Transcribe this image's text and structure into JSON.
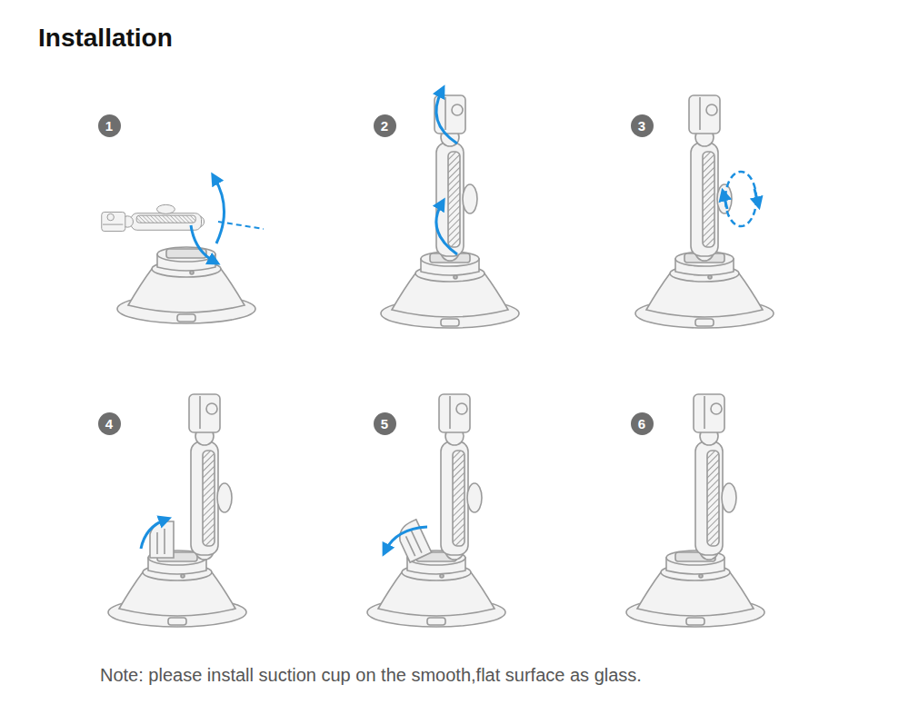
{
  "diagram": {
    "title": "Installation",
    "nodes": [
      {
        "text": [
          "1"
        ]
      },
      {
        "text": [
          "2"
        ]
      },
      {
        "text": [
          "3"
        ]
      },
      {
        "text": [
          "4"
        ]
      },
      {
        "text": [
          "5"
        ]
      },
      {
        "text": [
          "6"
        ]
      }
    ],
    "labels": [
      "Note: please install suction cup on the smooth,flat surface as glass."
    ]
  }
}
